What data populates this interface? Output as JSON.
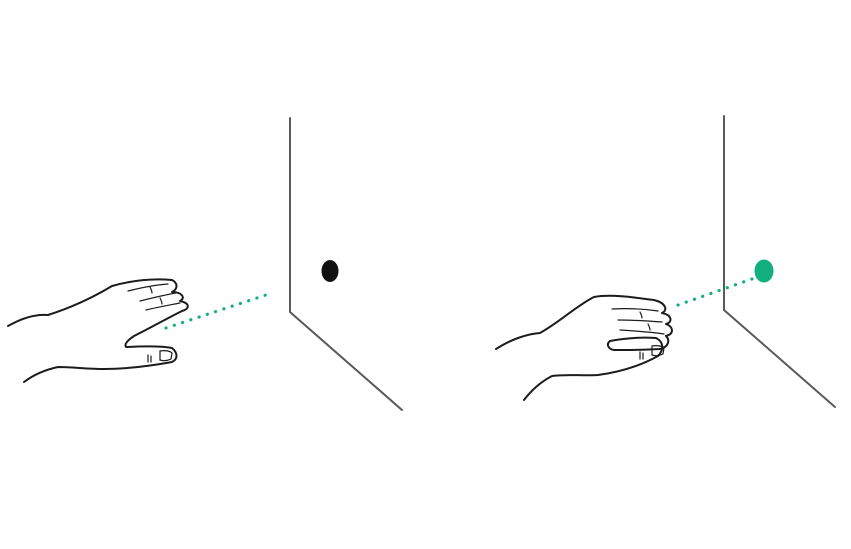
{
  "colors": {
    "background": "#ffffff",
    "wall": "#5a5a5a",
    "hand_outline": "#1c1c1c",
    "sensor_inactive": "#111111",
    "sensor_active": "#13b07f",
    "beam": "#13b07f"
  },
  "panels": [
    {
      "state": "inactive",
      "sensor_icon": "sensor-dot-inactive",
      "hand_icon": "hand-pointing-icon"
    },
    {
      "state": "active",
      "sensor_icon": "sensor-dot-active",
      "hand_icon": "hand-pointing-icon"
    }
  ]
}
